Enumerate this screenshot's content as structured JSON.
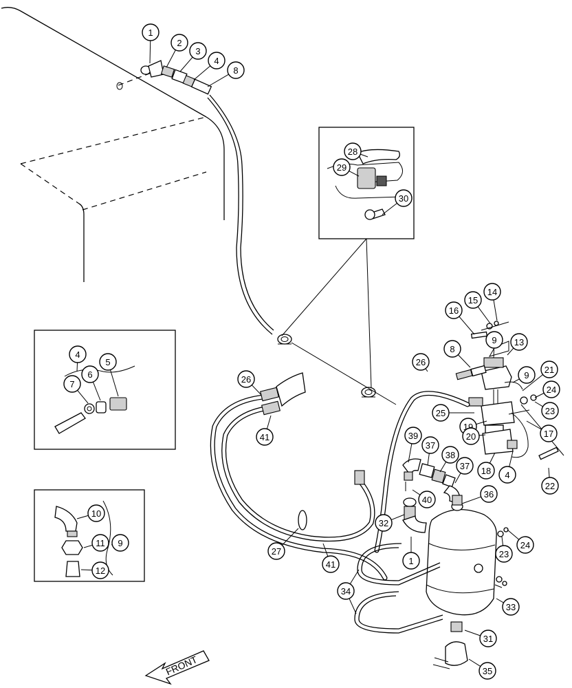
{
  "diagram": {
    "front_label": "FRONT",
    "callouts": [
      {
        "n": "1"
      },
      {
        "n": "2"
      },
      {
        "n": "3"
      },
      {
        "n": "4"
      },
      {
        "n": "8"
      },
      {
        "n": "28"
      },
      {
        "n": "29"
      },
      {
        "n": "30"
      },
      {
        "n": "16"
      },
      {
        "n": "15"
      },
      {
        "n": "14"
      },
      {
        "n": "8"
      },
      {
        "n": "9"
      },
      {
        "n": "13"
      },
      {
        "n": "26"
      },
      {
        "n": "9"
      },
      {
        "n": "21"
      },
      {
        "n": "24"
      },
      {
        "n": "23"
      },
      {
        "n": "25"
      },
      {
        "n": "19"
      },
      {
        "n": "20"
      },
      {
        "n": "17"
      },
      {
        "n": "18"
      },
      {
        "n": "4"
      },
      {
        "n": "22"
      },
      {
        "n": "26"
      },
      {
        "n": "41"
      },
      {
        "n": "39"
      },
      {
        "n": "37"
      },
      {
        "n": "38"
      },
      {
        "n": "37"
      },
      {
        "n": "40"
      },
      {
        "n": "36"
      },
      {
        "n": "32"
      },
      {
        "n": "1"
      },
      {
        "n": "27"
      },
      {
        "n": "41"
      },
      {
        "n": "23"
      },
      {
        "n": "24"
      },
      {
        "n": "34"
      },
      {
        "n": "33"
      },
      {
        "n": "31"
      },
      {
        "n": "35"
      },
      {
        "n": "4"
      },
      {
        "n": "5"
      },
      {
        "n": "7"
      },
      {
        "n": "6"
      },
      {
        "n": "10"
      },
      {
        "n": "11"
      },
      {
        "n": "9"
      },
      {
        "n": "12"
      }
    ]
  }
}
